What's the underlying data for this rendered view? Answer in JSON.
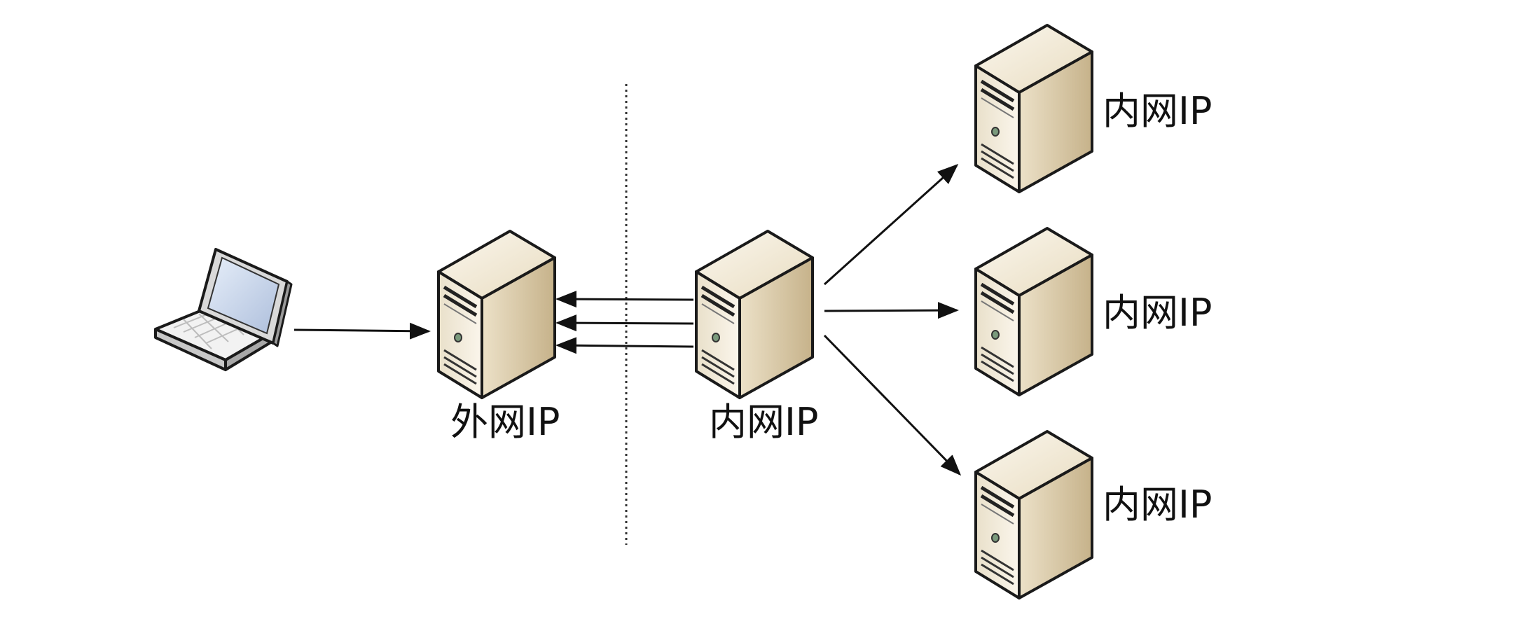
{
  "nodes": {
    "laptop": {
      "icon": "laptop-icon"
    },
    "gateway": {
      "icon": "server-icon",
      "label": "外网IP"
    },
    "internal": {
      "icon": "server-icon",
      "label": "内网IP"
    },
    "backends": [
      {
        "icon": "server-icon",
        "label": "内网IP"
      },
      {
        "icon": "server-icon",
        "label": "内网IP"
      },
      {
        "icon": "server-icon",
        "label": "内网IP"
      }
    ]
  },
  "colors": {
    "server_light": "#f3ead8",
    "server_mid": "#ddd0b2",
    "server_dark": "#b9a47b",
    "outline": "#1a1a1a",
    "screen": "#c9d9ef",
    "laptop_body": "#e8e8e8",
    "led": "#7a9a7c"
  }
}
